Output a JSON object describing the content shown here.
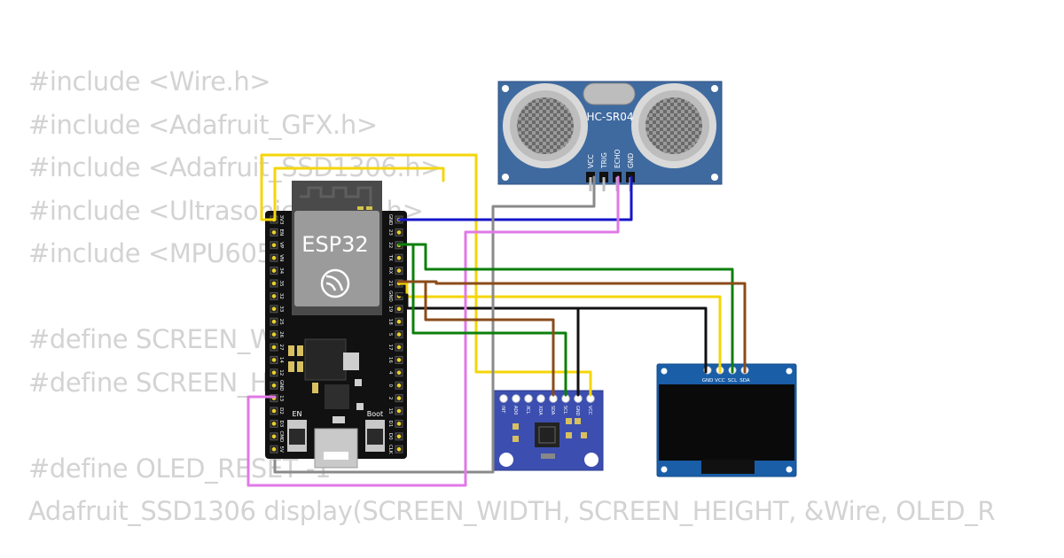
{
  "code_lines": [
    "#include <Wire.h>",
    "#include <Adafruit_GFX.h>",
    "#include <Adafruit_SSD1306.h>",
    "#include <UltrasonicSensor.h>",
    "#include <MPU6050.h>",
    "",
    "#define SCREEN_WIDTH 128",
    "#define SCREEN_HEIGHT 64",
    "",
    "#define OLED_RESET -1",
    "Adafruit_SSD1306 display(SCREEN_WIDTH, SCREEN_HEIGHT, &Wire, OLED_R"
  ],
  "esp32": {
    "label": "ESP32",
    "left_pins": [
      "3V3",
      "EN",
      "VP",
      "VN",
      "34",
      "35",
      "32",
      "33",
      "25",
      "26",
      "27",
      "14",
      "12",
      "GND",
      "13",
      "D2",
      "D3",
      "CMD",
      "5V"
    ],
    "right_pins": [
      "GND",
      "23",
      "22",
      "TX",
      "RX",
      "21",
      "GND",
      "19",
      "18",
      "5",
      "17",
      "16",
      "4",
      "0",
      "2",
      "15",
      "D1",
      "D0",
      "CLK"
    ],
    "button_en": "EN",
    "button_boot": "Boot"
  },
  "hcsr04": {
    "label": "HC-SR04",
    "pins": [
      "VCC",
      "TRIG",
      "ECHO",
      "GND"
    ]
  },
  "mpu6050": {
    "pins": [
      "INT",
      "AD0",
      "XCL",
      "XDA",
      "SDA",
      "SCL",
      "GND",
      "VCC"
    ]
  },
  "oled": {
    "pins": [
      "GND",
      "VCC",
      "SCL",
      "SDA"
    ]
  },
  "wire_colors": {
    "power": "#f4d60a",
    "ground_blue": "#1616c8",
    "ground_black": "#111111",
    "gray": "#8a8a8a",
    "pink": "#e079e6",
    "green": "#0c7f0c",
    "brown": "#8a4b1a"
  }
}
